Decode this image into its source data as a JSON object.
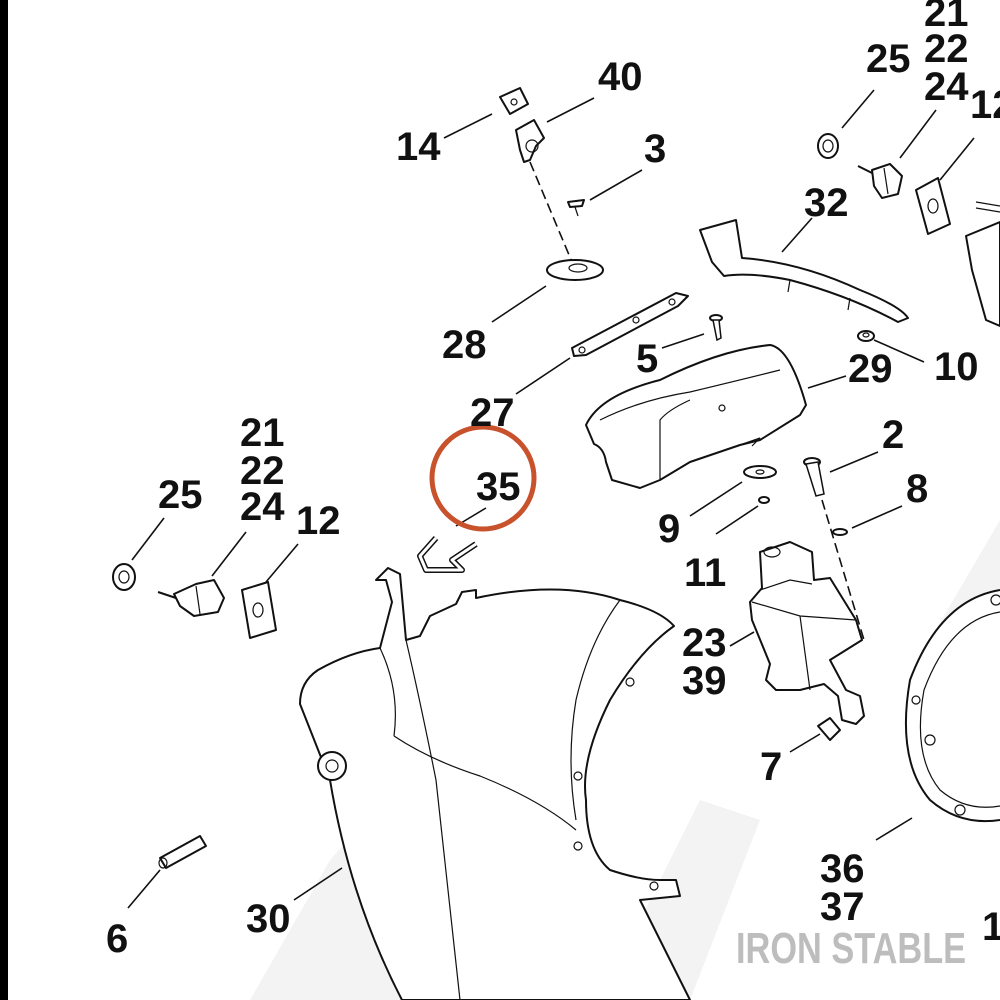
{
  "callouts": {
    "c40": "40",
    "c14": "14",
    "c3": "3",
    "c28": "28",
    "c5": "5",
    "c27": "27",
    "c35": "35",
    "c29": "29",
    "c10": "10",
    "c32": "32",
    "c25_top": "25",
    "c21_top": "21",
    "c22_top": "22",
    "c24_top": "24",
    "c12_top": "12",
    "c21_left": "21",
    "c22_left": "22",
    "c24_left": "24",
    "c25_left": "25",
    "c12_left": "12",
    "c2": "2",
    "c8": "8",
    "c9": "9",
    "c11": "11",
    "c23": "23",
    "c39": "39",
    "c7": "7",
    "c36": "36",
    "c37": "37",
    "c30": "30",
    "c6": "6",
    "c1": "1"
  },
  "watermark": "IRON STABLE",
  "colors": {
    "highlight_circle": "#c8522b",
    "ink": "#111111",
    "watermark": "#bdbdbd"
  }
}
